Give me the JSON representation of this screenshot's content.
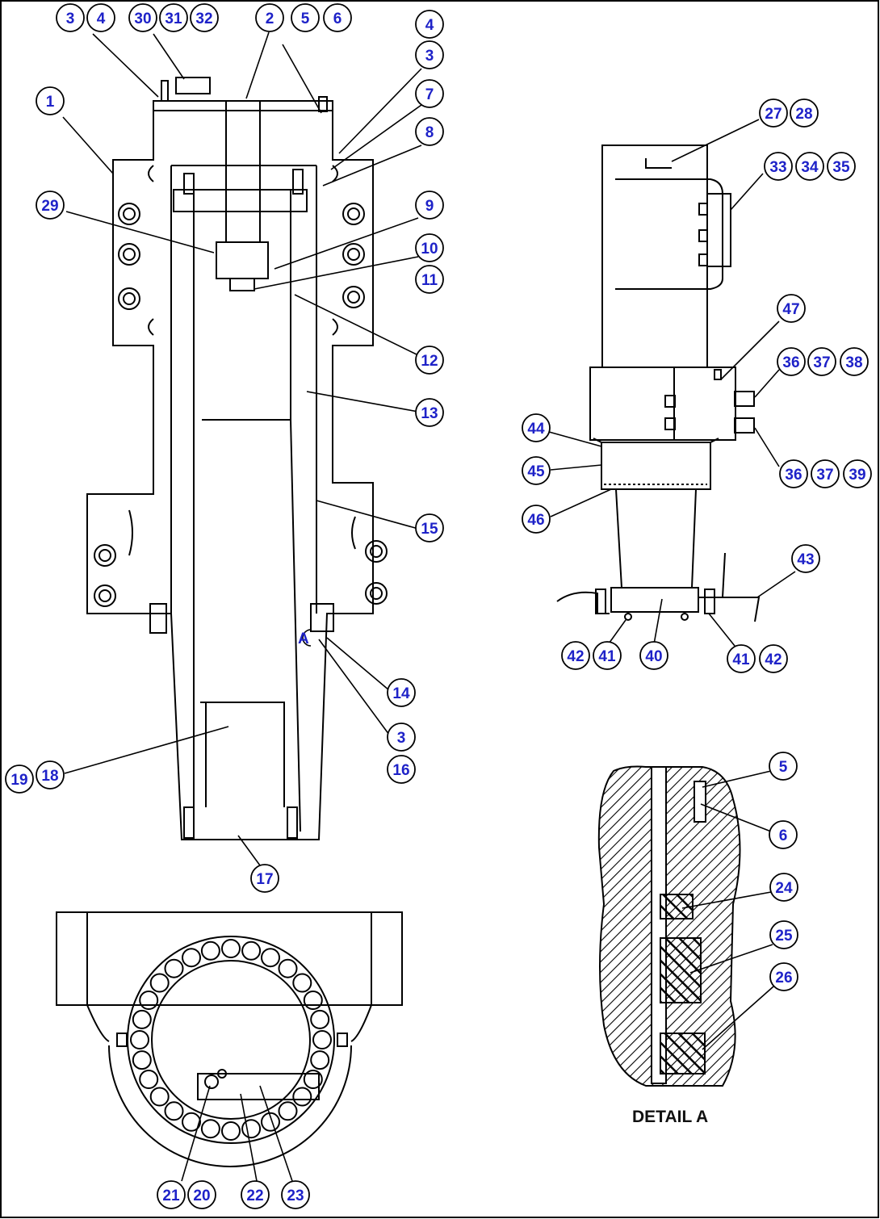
{
  "title": "",
  "detail_caption": "DETAIL A",
  "section_mark": "A",
  "callouts": [
    "3",
    "4",
    "30",
    "31",
    "32",
    "2",
    "5",
    "6",
    "4",
    "3",
    "7",
    "8",
    "1",
    "29",
    "9",
    "10",
    "11",
    "12",
    "13",
    "15",
    "14",
    "3",
    "16",
    "19",
    "18",
    "17",
    "27",
    "28",
    "33",
    "34",
    "35",
    "47",
    "36",
    "37",
    "38",
    "44",
    "45",
    "36",
    "37",
    "39",
    "46",
    "43",
    "42",
    "41",
    "40",
    "41",
    "42",
    "5",
    "6",
    "24",
    "25",
    "26",
    "21",
    "20",
    "22",
    "23"
  ],
  "colors": {
    "callout_text": "#1e22c8",
    "line": "#000000",
    "background": "#ffffff"
  }
}
